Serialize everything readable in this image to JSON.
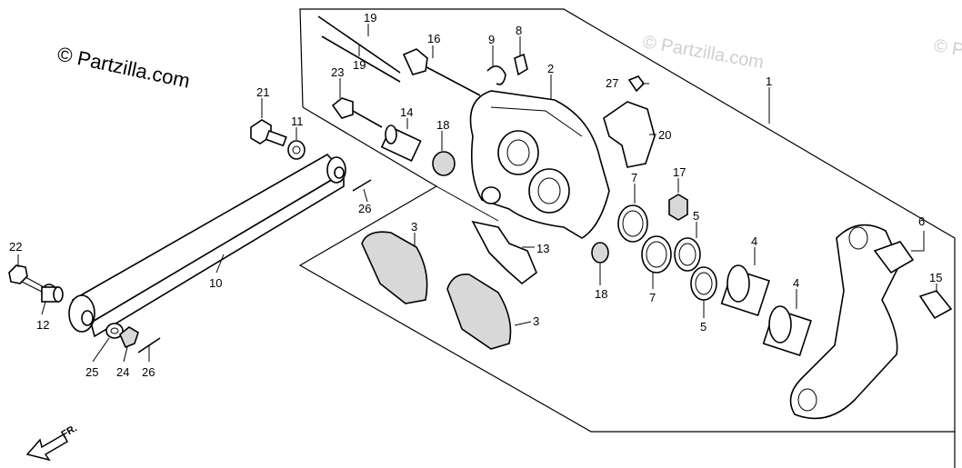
{
  "watermarks": {
    "primary": "© Partzilla.com",
    "faint_center": "© Partzilla.com",
    "faint_right": "© P"
  },
  "direction_label": "FR.",
  "callouts": {
    "c1": "1",
    "c2": "2",
    "c3a": "3",
    "c3b": "3",
    "c4a": "4",
    "c4b": "4",
    "c5a": "5",
    "c5b": "5",
    "c6": "6",
    "c7a": "7",
    "c7b": "7",
    "c8": "8",
    "c9": "9",
    "c10": "10",
    "c11": "11",
    "c12": "12",
    "c13": "13",
    "c14": "14",
    "c15": "15",
    "c16": "16",
    "c17": "17",
    "c18a": "18",
    "c18b": "18",
    "c19a": "19",
    "c19b": "19",
    "c20": "20",
    "c21": "21",
    "c22": "22",
    "c23": "23",
    "c24": "24",
    "c25": "25",
    "c26a": "26",
    "c26b": "26",
    "c27": "27"
  },
  "colors": {
    "line": "#000000",
    "background": "#ffffff",
    "watermark": "#000000",
    "watermark_faint": "#cfcfcf",
    "part_shade": "#d8d8d8"
  }
}
